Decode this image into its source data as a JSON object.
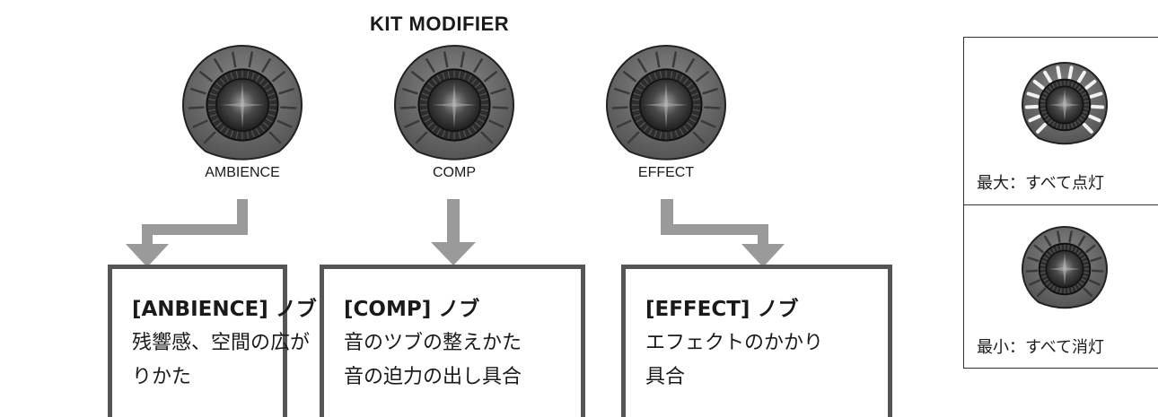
{
  "header": {
    "title": "KIT MODIFIER"
  },
  "knobs": [
    {
      "label": "AMBIENCE"
    },
    {
      "label": "COMP"
    },
    {
      "label": "EFFECT"
    }
  ],
  "boxes": [
    {
      "heading": "[ANBIENCE] ノブ",
      "lines": [
        "残響感、空間の広が",
        "りかた"
      ]
    },
    {
      "heading": "[COMP] ノブ",
      "lines": [
        "音のツブの整えかた",
        "音の迫力の出し具合"
      ]
    },
    {
      "heading": "[EFFECT] ノブ",
      "lines": [
        "エフェクトのかかり",
        "具合"
      ]
    }
  ],
  "legend": {
    "max_caption": "最大：すべて点灯",
    "min_caption": "最小：すべて消灯"
  },
  "colors": {
    "arrow": "#9a9a9a",
    "box_border": "#555555",
    "knob_body": "#6b6b6b"
  }
}
